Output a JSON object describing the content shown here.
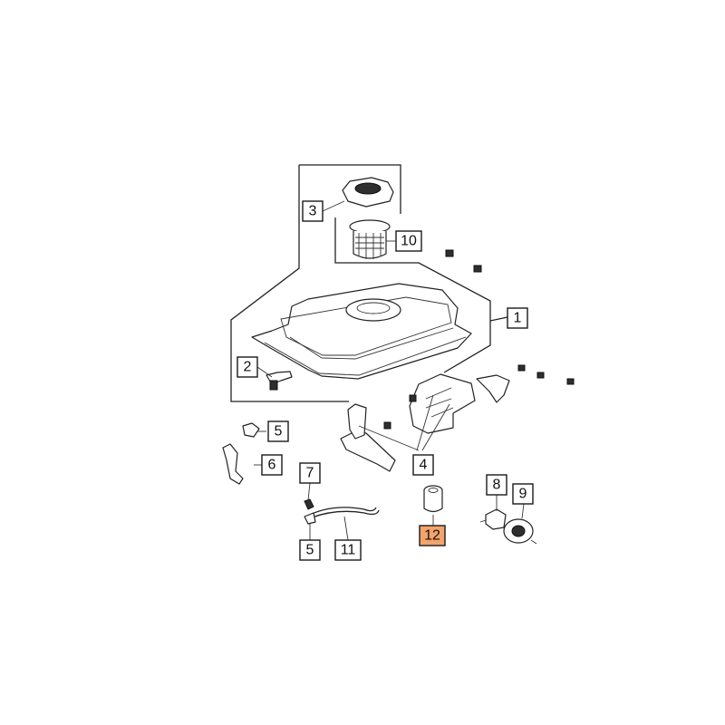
{
  "diagram": {
    "callouts": [
      {
        "id": "c1",
        "label": "1",
        "highlight": false
      },
      {
        "id": "c2",
        "label": "2",
        "highlight": false
      },
      {
        "id": "c3",
        "label": "3",
        "highlight": false
      },
      {
        "id": "c4",
        "label": "4",
        "highlight": false
      },
      {
        "id": "c5a",
        "label": "5",
        "highlight": false
      },
      {
        "id": "c5b",
        "label": "5",
        "highlight": false
      },
      {
        "id": "c6",
        "label": "6",
        "highlight": false
      },
      {
        "id": "c7",
        "label": "7",
        "highlight": false
      },
      {
        "id": "c8",
        "label": "8",
        "highlight": false
      },
      {
        "id": "c9",
        "label": "9",
        "highlight": false
      },
      {
        "id": "c10",
        "label": "10",
        "highlight": false
      },
      {
        "id": "c11",
        "label": "11",
        "highlight": false
      },
      {
        "id": "c12",
        "label": "12",
        "highlight": true
      }
    ],
    "colors": {
      "highlight": "#f4a46a",
      "line": "#222222",
      "background": "#ffffff"
    }
  }
}
